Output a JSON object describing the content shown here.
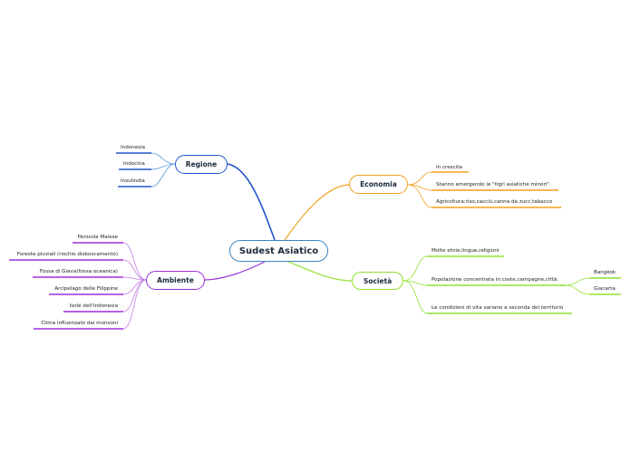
{
  "root": {
    "label": "Sudest Asiatico",
    "color": "#3b86c4"
  },
  "branches": {
    "regione": {
      "label": "Regione",
      "color": "#2255cc",
      "leaf_color": "#5599dd",
      "items": [
        "Indonesia",
        "Indocina",
        "Insulindia"
      ]
    },
    "economia": {
      "label": "Economia",
      "color": "#f0a020",
      "items": [
        "In crescita",
        "Stanno emergendo le \"tigri asiatiche minori\"",
        "Agricoltura:riso,cacciù,canna da zucc,tabacco"
      ]
    },
    "societa": {
      "label": "Società",
      "color": "#90e030",
      "items": [
        "Molte etnie,lingue,religioni",
        "Popolazione concentrata in:coste,campagne,città:",
        "Le condizioni di vita variano a seconda del territorio"
      ],
      "sub_items": [
        "Bangkok",
        "Giacarta"
      ]
    },
    "ambiente": {
      "label": "Ambiente",
      "color": "#9b30d9",
      "leaf_color": "#c27ae0",
      "items": [
        "Penisola Malese",
        "Foreste pluviali (rischio disboscamento)",
        "Fossa di Giava(fossa oceanica)",
        "Arcipelago delle Filippine",
        "Isole dell'Indonesia",
        "Clima influenzato dai monsoni"
      ]
    }
  }
}
